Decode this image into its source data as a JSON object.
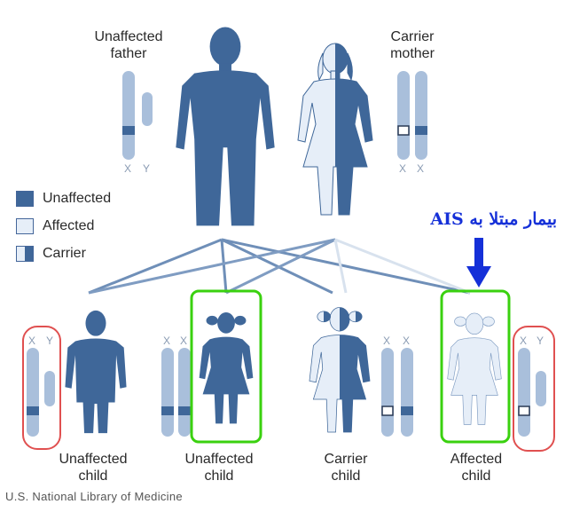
{
  "parents": {
    "father": {
      "label_line1": "Unaffected",
      "label_line2": "father",
      "chromosomes": [
        "X",
        "Y"
      ]
    },
    "mother": {
      "label_line1": "Carrier",
      "label_line2": "mother",
      "chromosomes": [
        "X",
        "X"
      ]
    }
  },
  "legend": [
    {
      "label": "Unaffected",
      "swatch": "unaffected"
    },
    {
      "label": "Affected",
      "swatch": "affected"
    },
    {
      "label": "Carrier",
      "swatch": "carrier"
    }
  ],
  "children": [
    {
      "label_line1": "Unaffected",
      "label_line2": "child",
      "chromosomes": [
        "X",
        "Y"
      ]
    },
    {
      "label_line1": "Unaffected",
      "label_line2": "child",
      "chromosomes": [
        "X",
        "X"
      ]
    },
    {
      "label_line1": "Carrier",
      "label_line2": "child",
      "chromosomes": [
        "X",
        "X"
      ]
    },
    {
      "label_line1": "Affected",
      "label_line2": "child",
      "chromosomes": [
        "X",
        "Y"
      ]
    }
  ],
  "annotation": "بیمار مبتلا به AIS",
  "credit": "U.S. National Library of Medicine",
  "colors": {
    "dark": "#3f6799",
    "light": "#e6eef8",
    "chromosome": "#a9bfdb",
    "green_box": "#3ad10f",
    "red_box": "#e05050",
    "arrow": "#1530d8"
  }
}
